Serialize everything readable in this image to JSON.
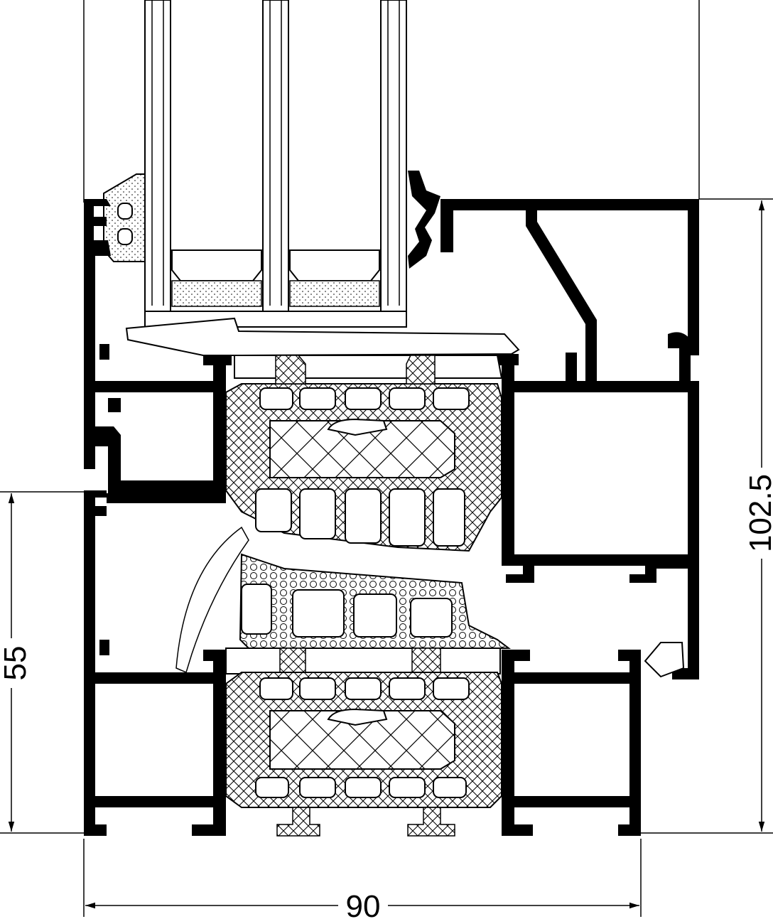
{
  "drawing": {
    "dimensions": {
      "width": {
        "label": "90"
      },
      "height_total": {
        "label": "102.5"
      },
      "height_sash": {
        "label": "55"
      }
    }
  }
}
